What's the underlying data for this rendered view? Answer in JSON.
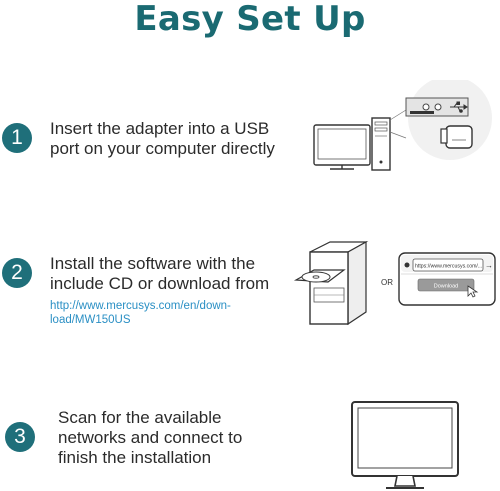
{
  "title": "Easy Set Up",
  "steps": [
    {
      "number": "1",
      "line1": "Insert the adapter into a USB",
      "line2": "port on your computer directly",
      "icon": "usb-adapter-computer"
    },
    {
      "number": "2",
      "line1": "Install the software with the",
      "line2": "include CD or download from",
      "link_line1": "http://www.mercusys.com/en/down-",
      "link_line2": "load/MW150US",
      "icon": "cd-or-download",
      "or_label": "OR",
      "browser_url": "https://www.mercusys.com/...",
      "download_label": "Download"
    },
    {
      "number": "3",
      "line1": "Scan for the available",
      "line2": "networks and connect to",
      "line3": "finish the installation",
      "icon": "monitor"
    }
  ],
  "colors": {
    "accent": "#1f6f7a",
    "title": "#1a6a72",
    "link": "#2a8fc4"
  }
}
